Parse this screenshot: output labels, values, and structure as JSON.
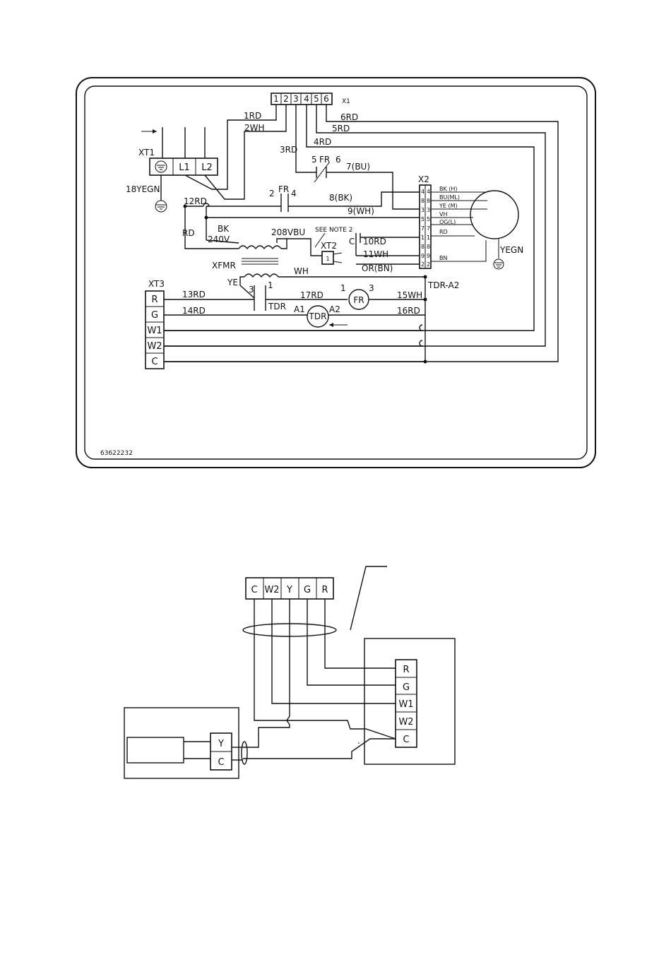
{
  "wiring_diagram": {
    "part_number": "63622232",
    "x1": {
      "name": "X1",
      "pins": [
        "1",
        "2",
        "3",
        "4",
        "5",
        "6"
      ]
    },
    "xt1": {
      "name": "XT1",
      "terminals": [
        "L1",
        "L2"
      ],
      "ground_wire": "18YEGN"
    },
    "xt3": {
      "name": "XT3",
      "terminals": [
        "R",
        "G",
        "W1",
        "W2",
        "C"
      ]
    },
    "x2": {
      "name": "X2",
      "left_pins": [
        "4",
        "8",
        "3",
        "5",
        "7",
        "1",
        "8",
        "9",
        "2"
      ],
      "right_pins": [
        "4",
        "8",
        "3",
        "5",
        "7",
        "1",
        "8",
        "9",
        "2"
      ]
    },
    "wires": {
      "w1": "1RD",
      "w2": "2WH",
      "w3": "3RD",
      "w4": "4RD",
      "w5": "5RD",
      "w6": "6RD",
      "w7": "7(BU)",
      "w8": "8(BK)",
      "w9": "9(WH)",
      "w10": "10RD",
      "w11": "11WH",
      "w12": "12RD",
      "w13": "13RD",
      "w14": "14RD",
      "w15": "15WH",
      "w16": "16RD",
      "w17": "17RD",
      "rd": "RD",
      "bk": "BK",
      "v240": "240V",
      "v208": "208VBU",
      "ye": "YE",
      "wh": "WH",
      "or_bn": "OR(BN)"
    },
    "components": {
      "fr": "FR",
      "tdr": "TDR",
      "xfmr": "XFMR",
      "xt2": "XT2",
      "xt2_pin": "1",
      "see_note": "SEE NOTE 2",
      "tdr_a2": "TDR-A2",
      "cap": "C",
      "a1": "A1",
      "a2": "A2",
      "fr_pin5": "5",
      "fr_pin6": "6",
      "fr_pin2": "2",
      "fr_pin4": "4",
      "fr_pin1": "1",
      "fr_pin3": "3",
      "tdr_pin3": "3",
      "tdr_pin1": "1"
    },
    "motor_leads": [
      "BK (H)",
      "BU(ML)",
      "YE (M)",
      "VH",
      "OG(L)",
      "RD",
      "BN"
    ],
    "motor_ground": "YEGN"
  },
  "thermostat_diagram": {
    "thermostat_terminals": [
      "C",
      "W2",
      "Y",
      "G",
      "R"
    ],
    "furnace_terminals": [
      "R",
      "G",
      "W1",
      "W2",
      "C"
    ],
    "condenser_terminals": [
      "Y",
      "C"
    ],
    "mark": ":"
  }
}
